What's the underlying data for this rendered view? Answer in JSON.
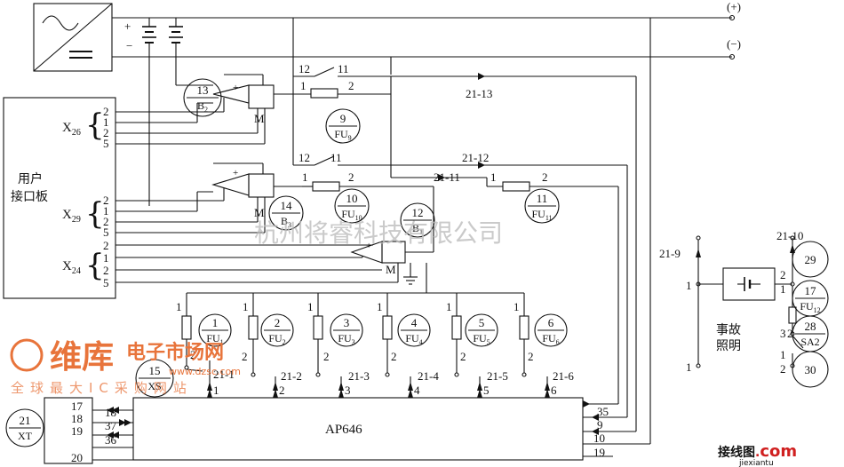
{
  "terminals": {
    "positive": "(+)",
    "negative": "(−)",
    "plus": "+",
    "minus": "−"
  },
  "user_panel": {
    "line1": "用户",
    "line2": "接口板"
  },
  "connectors": {
    "x26": {
      "name": "X",
      "sub": "26",
      "pins": [
        "2",
        "1",
        "2",
        "5"
      ]
    },
    "x29": {
      "name": "X",
      "sub": "29",
      "pins": [
        "2",
        "1",
        "2",
        "5"
      ]
    },
    "x24": {
      "name": "X",
      "sub": "24",
      "pins": [
        "2",
        "1",
        "2",
        "5"
      ]
    }
  },
  "modules": {
    "m": "M"
  },
  "circles": {
    "b2": {
      "top": "13",
      "bottom": "B",
      "sub": "2"
    },
    "b3": {
      "top": "14",
      "bottom": "B",
      "sub": "3"
    },
    "b1": {
      "top": "12",
      "bottom": "B",
      "sub": "1"
    },
    "fu9": {
      "top": "9",
      "bottom": "FU",
      "sub": "9"
    },
    "fu10": {
      "top": "10",
      "bottom": "FU",
      "sub": "10"
    },
    "fu11": {
      "top": "11",
      "bottom": "FU",
      "sub": "11"
    },
    "fu1": {
      "top": "1",
      "bottom": "FU",
      "sub": "1"
    },
    "fu2": {
      "top": "2",
      "bottom": "FU",
      "sub": "2"
    },
    "fu3": {
      "top": "3",
      "bottom": "FU",
      "sub": "3"
    },
    "fu4": {
      "top": "4",
      "bottom": "FU",
      "sub": "4"
    },
    "fu5": {
      "top": "5",
      "bottom": "FU",
      "sub": "5"
    },
    "fu6": {
      "top": "6",
      "bottom": "FU",
      "sub": "6"
    },
    "xs": {
      "top": "15",
      "bottom": "XS"
    },
    "xt": {
      "top": "21",
      "bottom": "XT"
    },
    "c29": {
      "top": "29"
    },
    "fu12": {
      "top": "17",
      "bottom": "FU",
      "sub": "12"
    },
    "sa2": {
      "top": "28",
      "bottom": "SA2"
    },
    "c30": {
      "top": "30"
    }
  },
  "labels": {
    "l12a": "12",
    "l11a": "11",
    "l1a": "1",
    "l2a": "2",
    "l21_13": "21-13",
    "l12b": "12",
    "l11b": "11",
    "l21_12": "21-12",
    "l21_11": "21-11",
    "l1b": "1",
    "l2b": "2",
    "l1c": "1",
    "l2c": "2",
    "f1t": "1",
    "f1b": "2",
    "f2t": "1",
    "f2b": "2",
    "f3t": "1",
    "f3b": "2",
    "f4t": "1",
    "f4b": "2",
    "f5t": "1",
    "f5b": "2",
    "f6t": "1",
    "f6b": "2",
    "t21_1": "21-1",
    "t21_2": "21-2",
    "t21_3": "21-3",
    "t21_4": "21-4",
    "t21_5": "21-5",
    "t21_6": "21-6",
    "n1": "1",
    "n2": "2",
    "n3": "3",
    "n4": "4",
    "n5": "5",
    "n6": "6",
    "ap646": "AP646",
    "xt_pins": [
      "17",
      "18",
      "19",
      "20"
    ],
    "ap_left": [
      "18",
      "37",
      "36"
    ],
    "ap_right": [
      "35",
      "9",
      "10",
      "19"
    ],
    "r21_9": "21-9",
    "r21_10": "21-10",
    "r1a": "1",
    "r1b": "1",
    "r2a": "2",
    "r3": "3",
    "r2b": "2",
    "r1c": "1",
    "r2c": "2",
    "emergency1": "事故",
    "emergency2": "照明"
  },
  "watermarks": {
    "company": "杭州将睿科技有限公司",
    "brand": "维库",
    "brand2": "电子市场网",
    "url": "www.dzsc.com",
    "slogan": "全球最大IC采购网站",
    "corner": "接线图",
    "corner_dot": ".",
    "corner_com": "com",
    "corner_url": "jiexiantu"
  },
  "colors": {
    "line": "#111111",
    "watermark_orange": "#e8743b",
    "watermark_gray": "#bdbdbd",
    "corner_red": "#d02020"
  }
}
